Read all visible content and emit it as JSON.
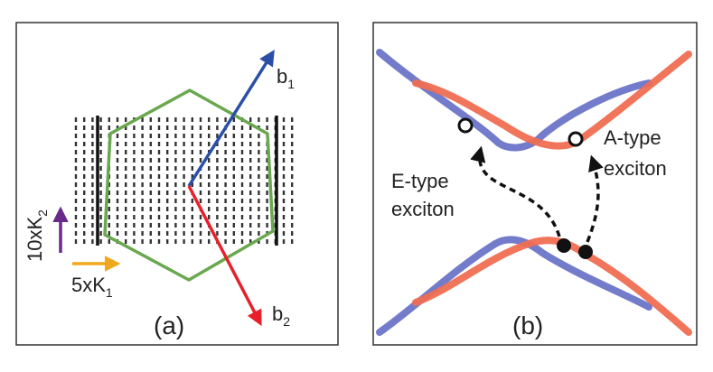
{
  "panel_a": {
    "caption": "(a)",
    "vector_b1": "b",
    "vector_b1_sub": "1",
    "vector_b2": "b",
    "vector_b2_sub": "2",
    "scale_k1_prefix": "5xK",
    "scale_k1_sub": "1",
    "scale_k2_prefix": "10xK",
    "scale_k2_sub": "2",
    "colors": {
      "b1_arrow": "#2b4fa8",
      "b2_arrow": "#e8202a",
      "brillouin_zone": "#6aa84f",
      "k1_arrow": "#f0a91c",
      "k2_arrow": "#6a2a8a",
      "grid_marks": "#333333"
    }
  },
  "panel_b": {
    "caption": "(b)",
    "label_e_line1": "E-type",
    "label_e_line2": "exciton",
    "label_a_line1": "A-type",
    "label_a_line2": "exciton",
    "colors": {
      "band_blue": "#6b74c8",
      "band_red": "#ef6e52"
    }
  }
}
